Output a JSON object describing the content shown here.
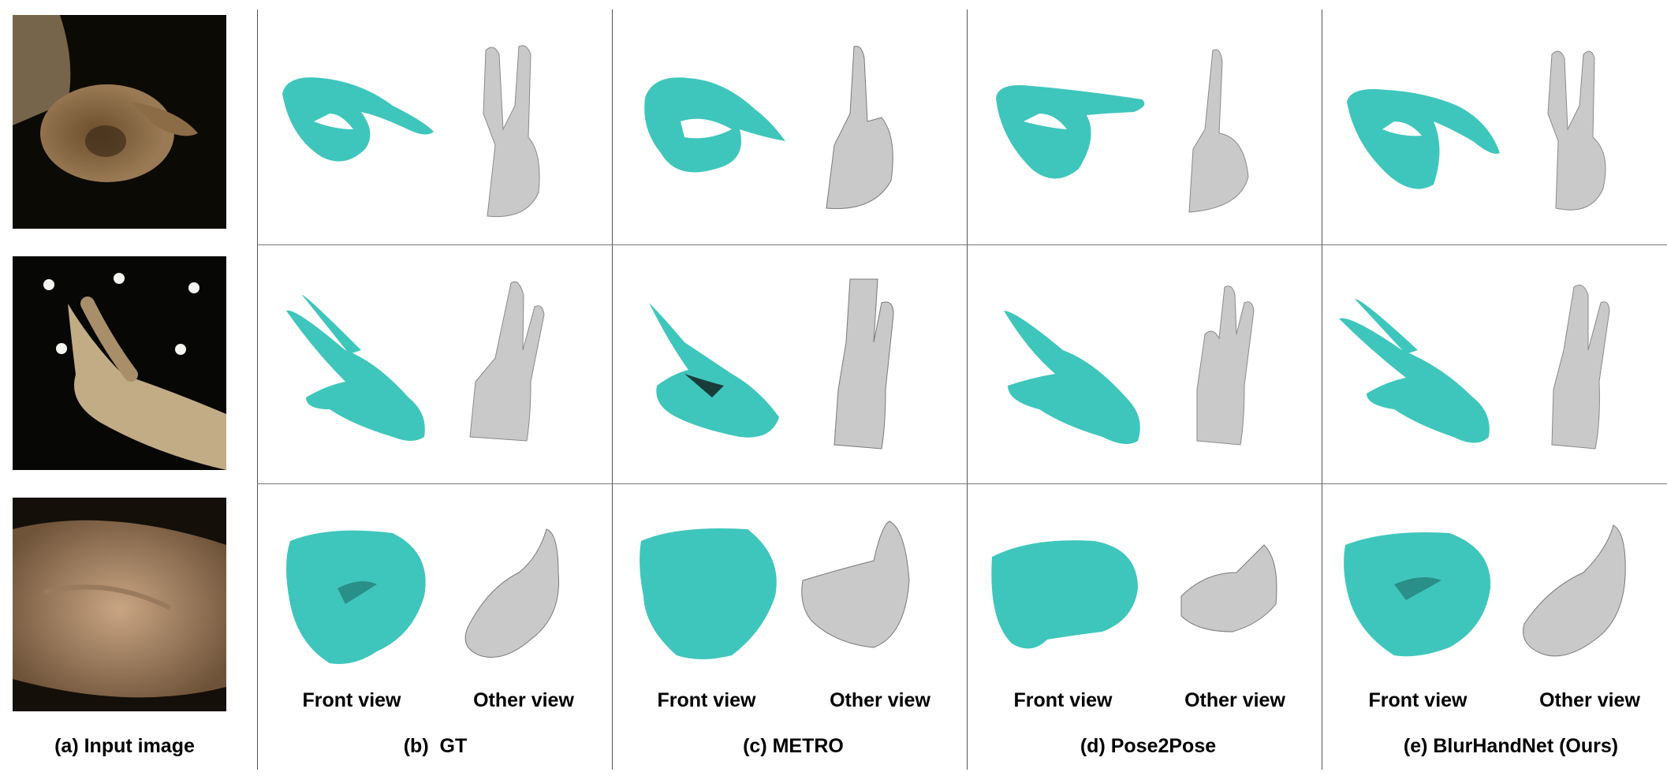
{
  "figure": {
    "column_labels": [
      "(a) Input image",
      "(b)  GT",
      "(c) METRO",
      "(d) Pose2Pose",
      "(e) BlurHandNet (Ours)"
    ],
    "view_labels": {
      "front": "Front view",
      "other": "Other view"
    },
    "colors": {
      "front_mesh": "#3fc6bc",
      "other_mesh": "#c9c9c9",
      "input_bg": "#0c0a05"
    }
  }
}
